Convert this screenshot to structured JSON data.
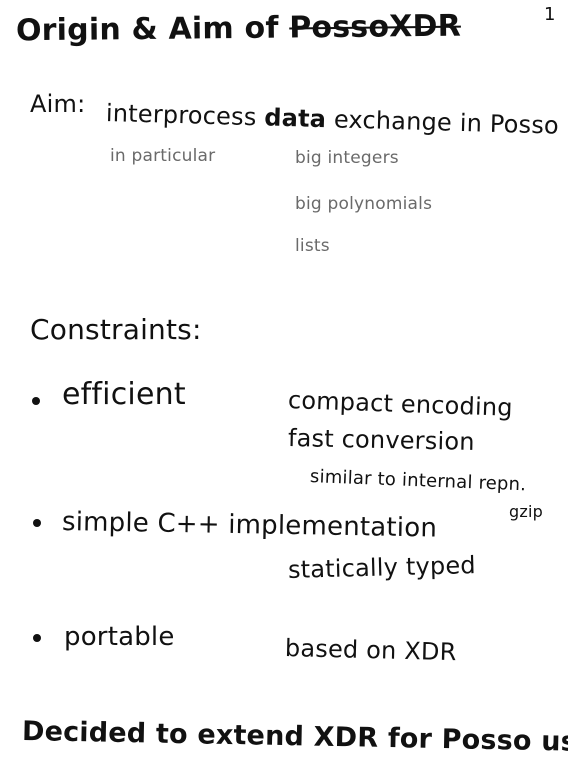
{
  "title": {
    "prefix": "Origin & Aim of ",
    "brand": "PossoXDR"
  },
  "page_mark": "1",
  "aim": {
    "label": "Aim:",
    "text_pre": "interprocess ",
    "text_bold": "data",
    "text_post": " exchange in Posso",
    "sub_label": "in particular",
    "items": [
      "big integers",
      "big polynomials",
      "lists"
    ]
  },
  "constraints": {
    "heading": "Constraints:",
    "items": [
      {
        "name": "efficient",
        "details": [
          "compact encoding",
          "fast conversion",
          "similar to internal repn.",
          "gzip"
        ]
      },
      {
        "name": "simple C++ implementation",
        "details": [
          "statically typed"
        ]
      },
      {
        "name": "portable",
        "details": [
          "based on XDR"
        ]
      }
    ]
  },
  "conclusion": "Decided to extend XDR for Posso use."
}
